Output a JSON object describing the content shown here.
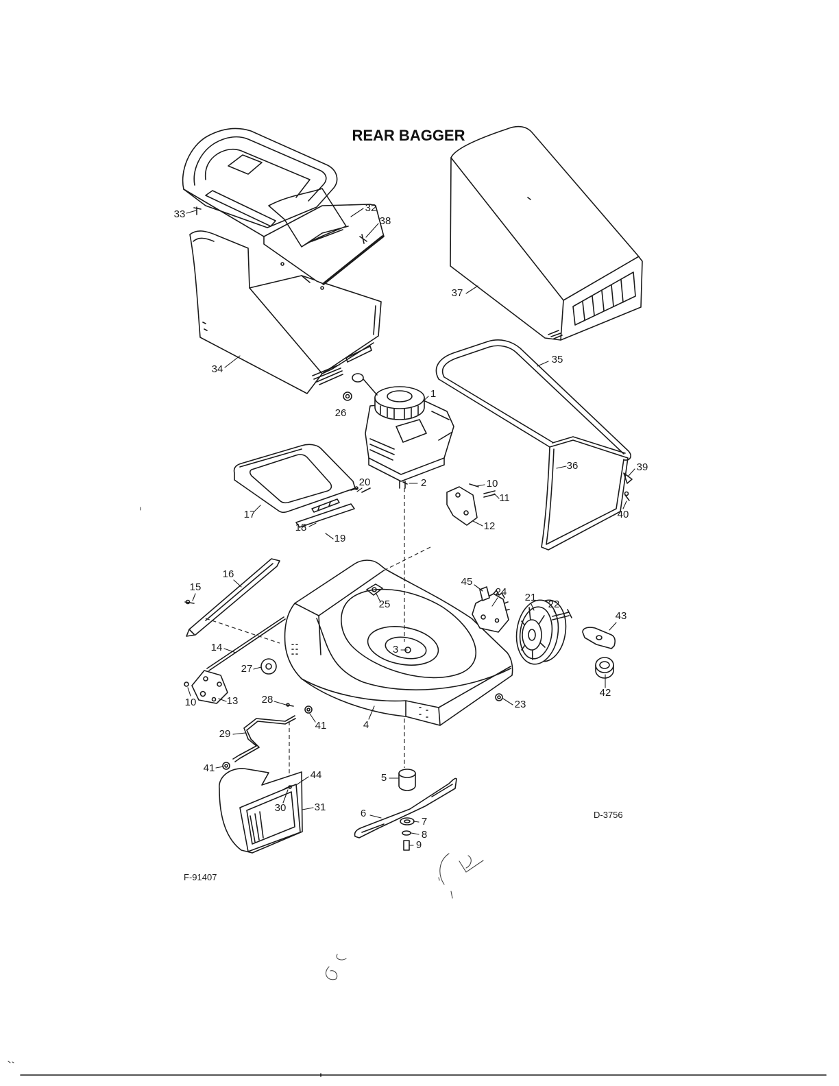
{
  "title": "REAR BAGGER",
  "figure_code": "F-91407",
  "diagram_code": "D-3756",
  "callouts": [
    "33",
    "32",
    "38",
    "37",
    "34",
    "35",
    "1",
    "26",
    "36",
    "39",
    "40",
    "20",
    "2",
    "10",
    "11",
    "12",
    "17",
    "18",
    "19",
    "16",
    "15",
    "45",
    "24",
    "21",
    "22",
    "43",
    "25",
    "14",
    "3",
    "27",
    "42",
    "10",
    "13",
    "28",
    "23",
    "41",
    "4",
    "29",
    "41",
    "44",
    "5",
    "30",
    "31",
    "6",
    "7",
    "8",
    "9"
  ]
}
